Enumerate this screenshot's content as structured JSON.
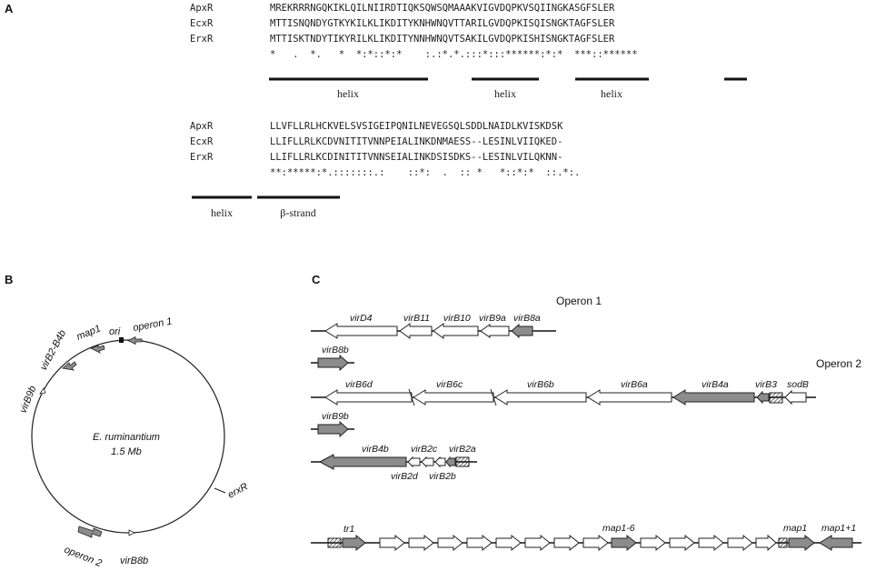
{
  "panels": {
    "a": "A",
    "b": "B",
    "c": "C"
  },
  "alignment": {
    "block1": {
      "rows": [
        {
          "name": "ApxR",
          "seq": "MREKRRRNGQKIKLQILNIIRDTIQKSQWSQMAAAKVIGVDQPKVSQIINGKASGFSLER"
        },
        {
          "name": "EcxR",
          "seq": "MTTISNQNDYGTKYKILKLIKDITYKNHWNQVTTARILGVDQPKISQISNGKTAGFSLER"
        },
        {
          "name": "ErxR",
          "seq": "MTTISKTNDYTIKYRILKLIKDITYNNHWNQVTSAKILGVDQPKISHISNGKTAGFSLER"
        }
      ],
      "consensus": "*   .  *.   *  *:*::*:*    :.:*.*.:::*:::******:*:*  ***::******",
      "helix_label": "helix"
    },
    "block2": {
      "rows": [
        {
          "name": "ApxR",
          "seq": "LLVFLLRLHCKVELSVSIGEIPQNILNEVEGSQLSDDLNAIDLKVISKDSK"
        },
        {
          "name": "EcxR",
          "seq": "LLIFLLRLKCDVNITITVNNPEIALINKDNMAESS--LESINLVIIQKED-"
        },
        {
          "name": "ErxR",
          "seq": "LLIFLLRLKCDINITITVNNSEIALINKDSISDKS--LESINLVILQKNN-"
        }
      ],
      "consensus": "**:*****:*.:::::::.:    ::*:  .  :: *   *::*:*  ::.*:.",
      "helix_label": "helix",
      "strand_label": "β-strand"
    }
  },
  "map": {
    "title": "E. ruminantium",
    "size": "1.5 Mb",
    "labels": {
      "ori": "ori",
      "operon1": "operon 1",
      "map1": "map1",
      "virB2B4b": "virB2-B4b",
      "virB9b": "virB9b",
      "erxR": "erxR",
      "virB8b": "virB8b",
      "operon2": "operon 2"
    }
  },
  "operons": {
    "operon1_title": "Operon 1",
    "operon2_title": "Operon 2",
    "op1_genes": [
      "virD4",
      "virB11",
      "virB10",
      "virB9a",
      "virB8a"
    ],
    "virB8b": "virB8b",
    "op2_genes": [
      "virB6d",
      "virB6c",
      "virB6b",
      "virB6a",
      "virB4a",
      "virB3",
      "sodB"
    ],
    "virB9b": "virB9b",
    "virB4b_cluster": {
      "top": [
        "virB4b",
        "virB2c",
        "virB2a"
      ],
      "bottom": [
        "virB2d",
        "virB2b"
      ]
    },
    "map_cluster": [
      "tr1",
      "map1-6",
      "map1",
      "map1+1"
    ]
  },
  "colors": {
    "gray": "#8c8c8c",
    "black": "#111111",
    "white": "#ffffff"
  }
}
